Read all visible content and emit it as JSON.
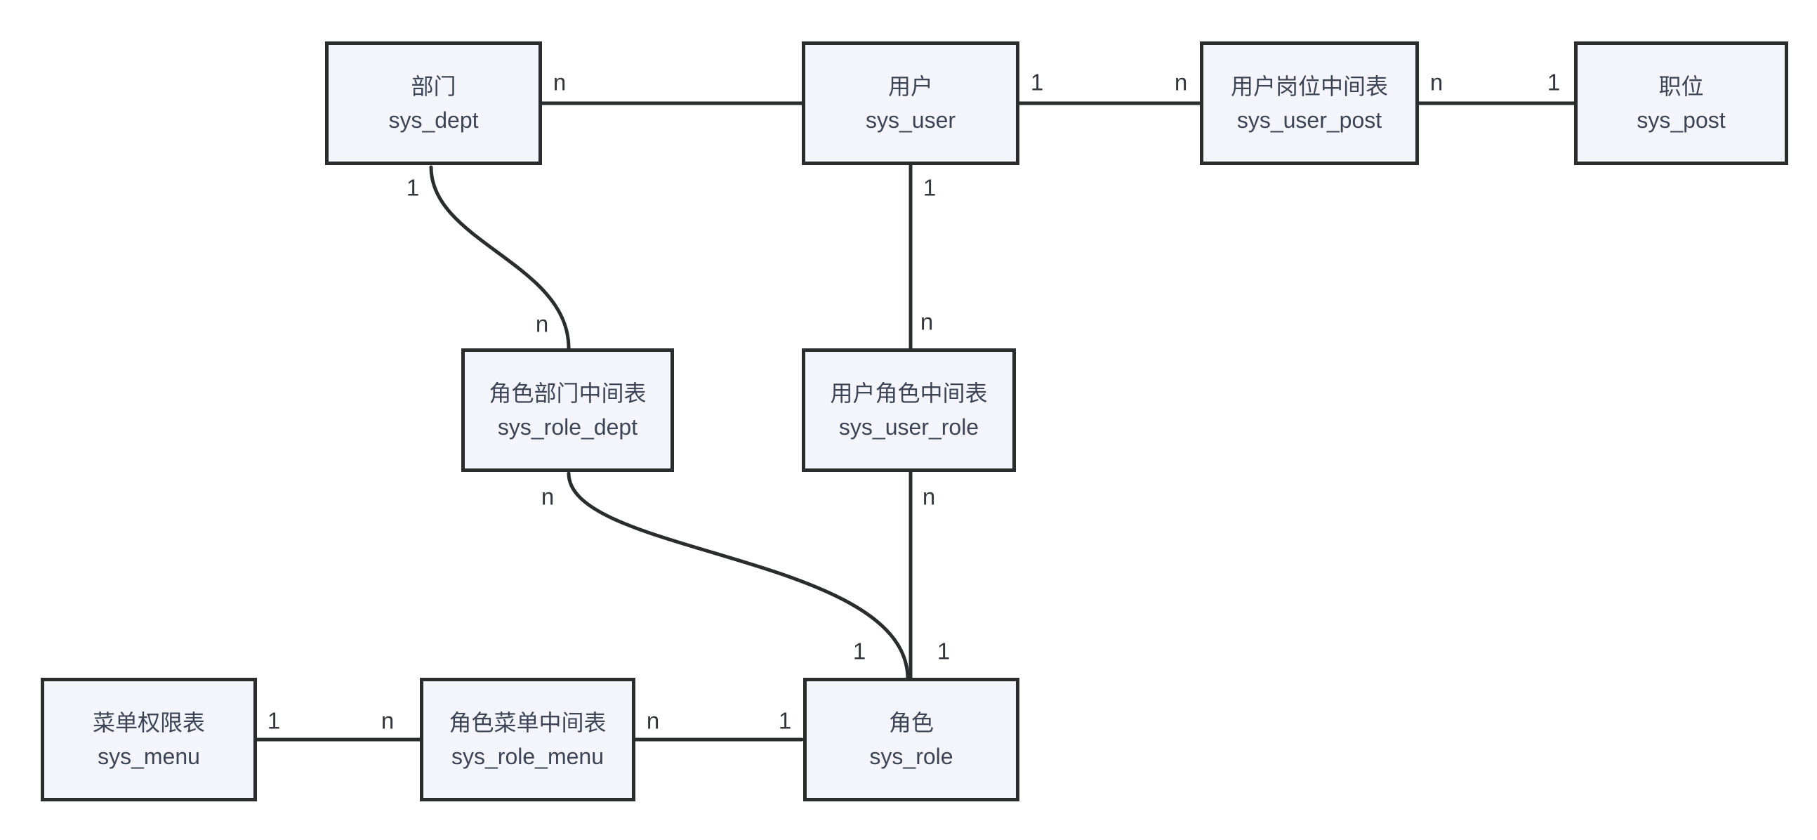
{
  "diagram": {
    "title": "RBAC system tables entity-relationship diagram",
    "colors": {
      "background": "#ffffff",
      "box_fill": "#f3f5fa",
      "box_border": "#2b2c2e",
      "edge_line": "#2b2c2e",
      "box_text": "#3e4454",
      "cardinality_text": "#33363c"
    },
    "entities": [
      {
        "name": "部门",
        "table": "sys_dept"
      },
      {
        "name": "用户",
        "table": "sys_user"
      },
      {
        "name": "用户岗位中间表",
        "table": "sys_user_post"
      },
      {
        "name": "职位",
        "table": "sys_post"
      },
      {
        "name": "角色部门中间表",
        "table": "sys_role_dept"
      },
      {
        "name": "用户角色中间表",
        "table": "sys_user_role"
      },
      {
        "name": "菜单权限表",
        "table": "sys_menu"
      },
      {
        "name": "角色菜单中间表",
        "table": "sys_role_menu"
      },
      {
        "name": "角色",
        "table": "sys_role"
      }
    ],
    "relationships": [
      {
        "from": "sys_dept",
        "to": "sys_user",
        "cards": [
          "n"
        ]
      },
      {
        "from": "sys_user",
        "to": "sys_user_post",
        "cards": [
          "1",
          "n"
        ]
      },
      {
        "from": "sys_user_post",
        "to": "sys_post",
        "cards": [
          "n",
          "1"
        ]
      },
      {
        "from": "sys_dept",
        "to": "sys_role_dept",
        "cards": [
          "1",
          "n"
        ]
      },
      {
        "from": "sys_user",
        "to": "sys_user_role",
        "cards": [
          "1",
          "n"
        ]
      },
      {
        "from": "sys_role_dept",
        "to": "sys_role",
        "cards": [
          "n",
          "1"
        ]
      },
      {
        "from": "sys_user_role",
        "to": "sys_role",
        "cards": [
          "n",
          "1"
        ]
      },
      {
        "from": "sys_menu",
        "to": "sys_role_menu",
        "cards": [
          "1",
          "n"
        ]
      },
      {
        "from": "sys_role_menu",
        "to": "sys_role",
        "cards": [
          "n",
          "1"
        ]
      }
    ]
  }
}
